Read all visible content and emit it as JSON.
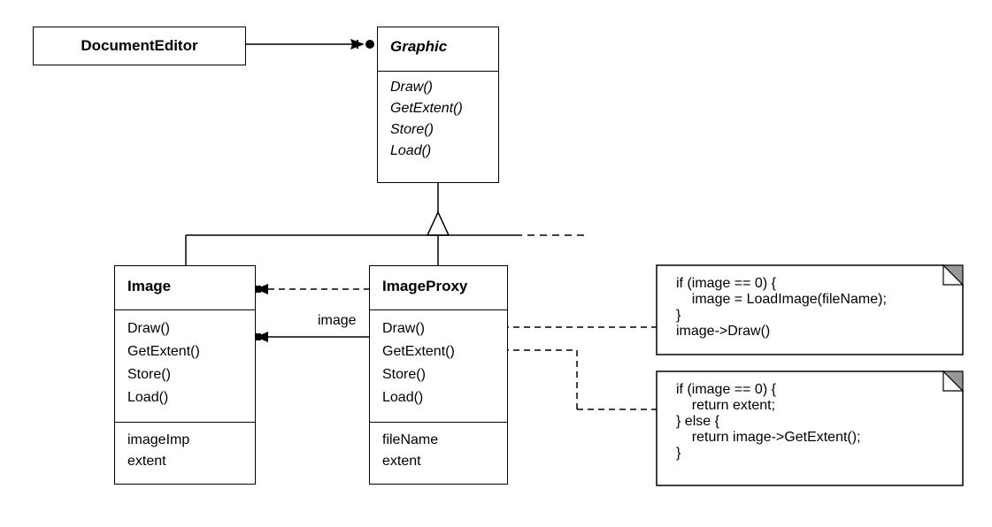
{
  "classes": {
    "document_editor": {
      "name": "DocumentEditor"
    },
    "graphic": {
      "name": "Graphic",
      "operations": [
        "Draw()",
        "GetExtent()",
        "Store()",
        "Load()"
      ]
    },
    "image": {
      "name": "Image",
      "operations": [
        "Draw()",
        "GetExtent()",
        "Store()",
        "Load()"
      ],
      "attributes": [
        "imageImp",
        "extent"
      ]
    },
    "image_proxy": {
      "name": "ImageProxy",
      "operations": [
        "Draw()",
        "GetExtent()",
        "Store()",
        "Load()"
      ],
      "attributes": [
        "fileName",
        "extent"
      ]
    }
  },
  "associations": {
    "image_label": "image"
  },
  "notes": {
    "draw_note": [
      "if (image == 0) {",
      "    image = LoadImage(fileName);",
      "}",
      "image->Draw()"
    ],
    "extent_note": [
      "if (image == 0) {",
      "    return extent;",
      "} else {",
      "    return image->GetExtent();",
      "}"
    ]
  }
}
